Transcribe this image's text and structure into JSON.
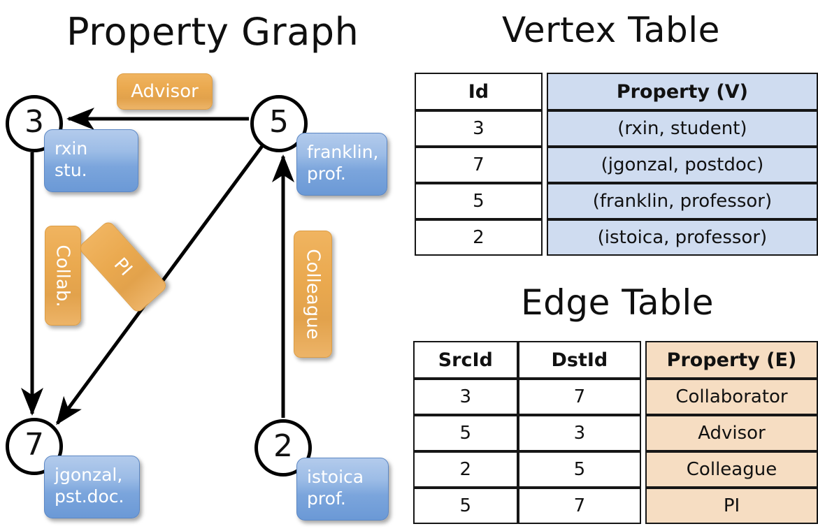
{
  "titles": {
    "property_graph": "Property Graph",
    "vertex_table": "Vertex Table",
    "edge_table": "Edge Table"
  },
  "graph": {
    "nodes": [
      {
        "id": "3",
        "property": "rxin\nstu."
      },
      {
        "id": "5",
        "property": "franklin,\nprof."
      },
      {
        "id": "7",
        "property": "jgonzal,\npst.doc."
      },
      {
        "id": "2",
        "property": "istoica\nprof."
      }
    ],
    "node_labels": {
      "n3": "3",
      "n5": "5",
      "n7": "7",
      "n2": "2"
    },
    "property_boxes": {
      "rxin_line1": "rxin",
      "rxin_line2": "stu.",
      "franklin_line1": "franklin,",
      "franklin_line2": "prof.",
      "jgonzal_line1": "jgonzal,",
      "jgonzal_line2": "pst.doc.",
      "istoica_line1": "istoica",
      "istoica_line2": "prof."
    },
    "edge_labels": {
      "advisor": "Advisor",
      "collab": "Collab.",
      "pi": "PI",
      "colleague": "Colleague"
    },
    "edges": [
      {
        "src": "5",
        "dst": "3",
        "label": "Advisor"
      },
      {
        "src": "3",
        "dst": "7",
        "label": "Collab."
      },
      {
        "src": "5",
        "dst": "7",
        "label": "PI"
      },
      {
        "src": "2",
        "dst": "5",
        "label": "Colleague"
      }
    ]
  },
  "vertex_table": {
    "headers": [
      "Id",
      "Property (V)"
    ],
    "rows": [
      {
        "id": "3",
        "property": "(rxin, student)"
      },
      {
        "id": "7",
        "property": "(jgonzal, postdoc)"
      },
      {
        "id": "5",
        "property": "(franklin, professor)"
      },
      {
        "id": "2",
        "property": "(istoica, professor)"
      }
    ]
  },
  "edge_table": {
    "headers": [
      "SrcId",
      "DstId",
      "Property (E)"
    ],
    "rows": [
      {
        "src": "3",
        "dst": "7",
        "property": "Collaborator"
      },
      {
        "src": "5",
        "dst": "3",
        "property": "Advisor"
      },
      {
        "src": "2",
        "dst": "5",
        "property": "Colleague"
      },
      {
        "src": "5",
        "dst": "7",
        "property": "PI"
      }
    ]
  },
  "colors": {
    "vertex_property_fill": "#cfdcf0",
    "edge_property_fill": "#f6ddc2",
    "node_property_blue": "#7ba5dc",
    "edge_label_orange": "#eaa94f",
    "stroke": "#161616"
  }
}
